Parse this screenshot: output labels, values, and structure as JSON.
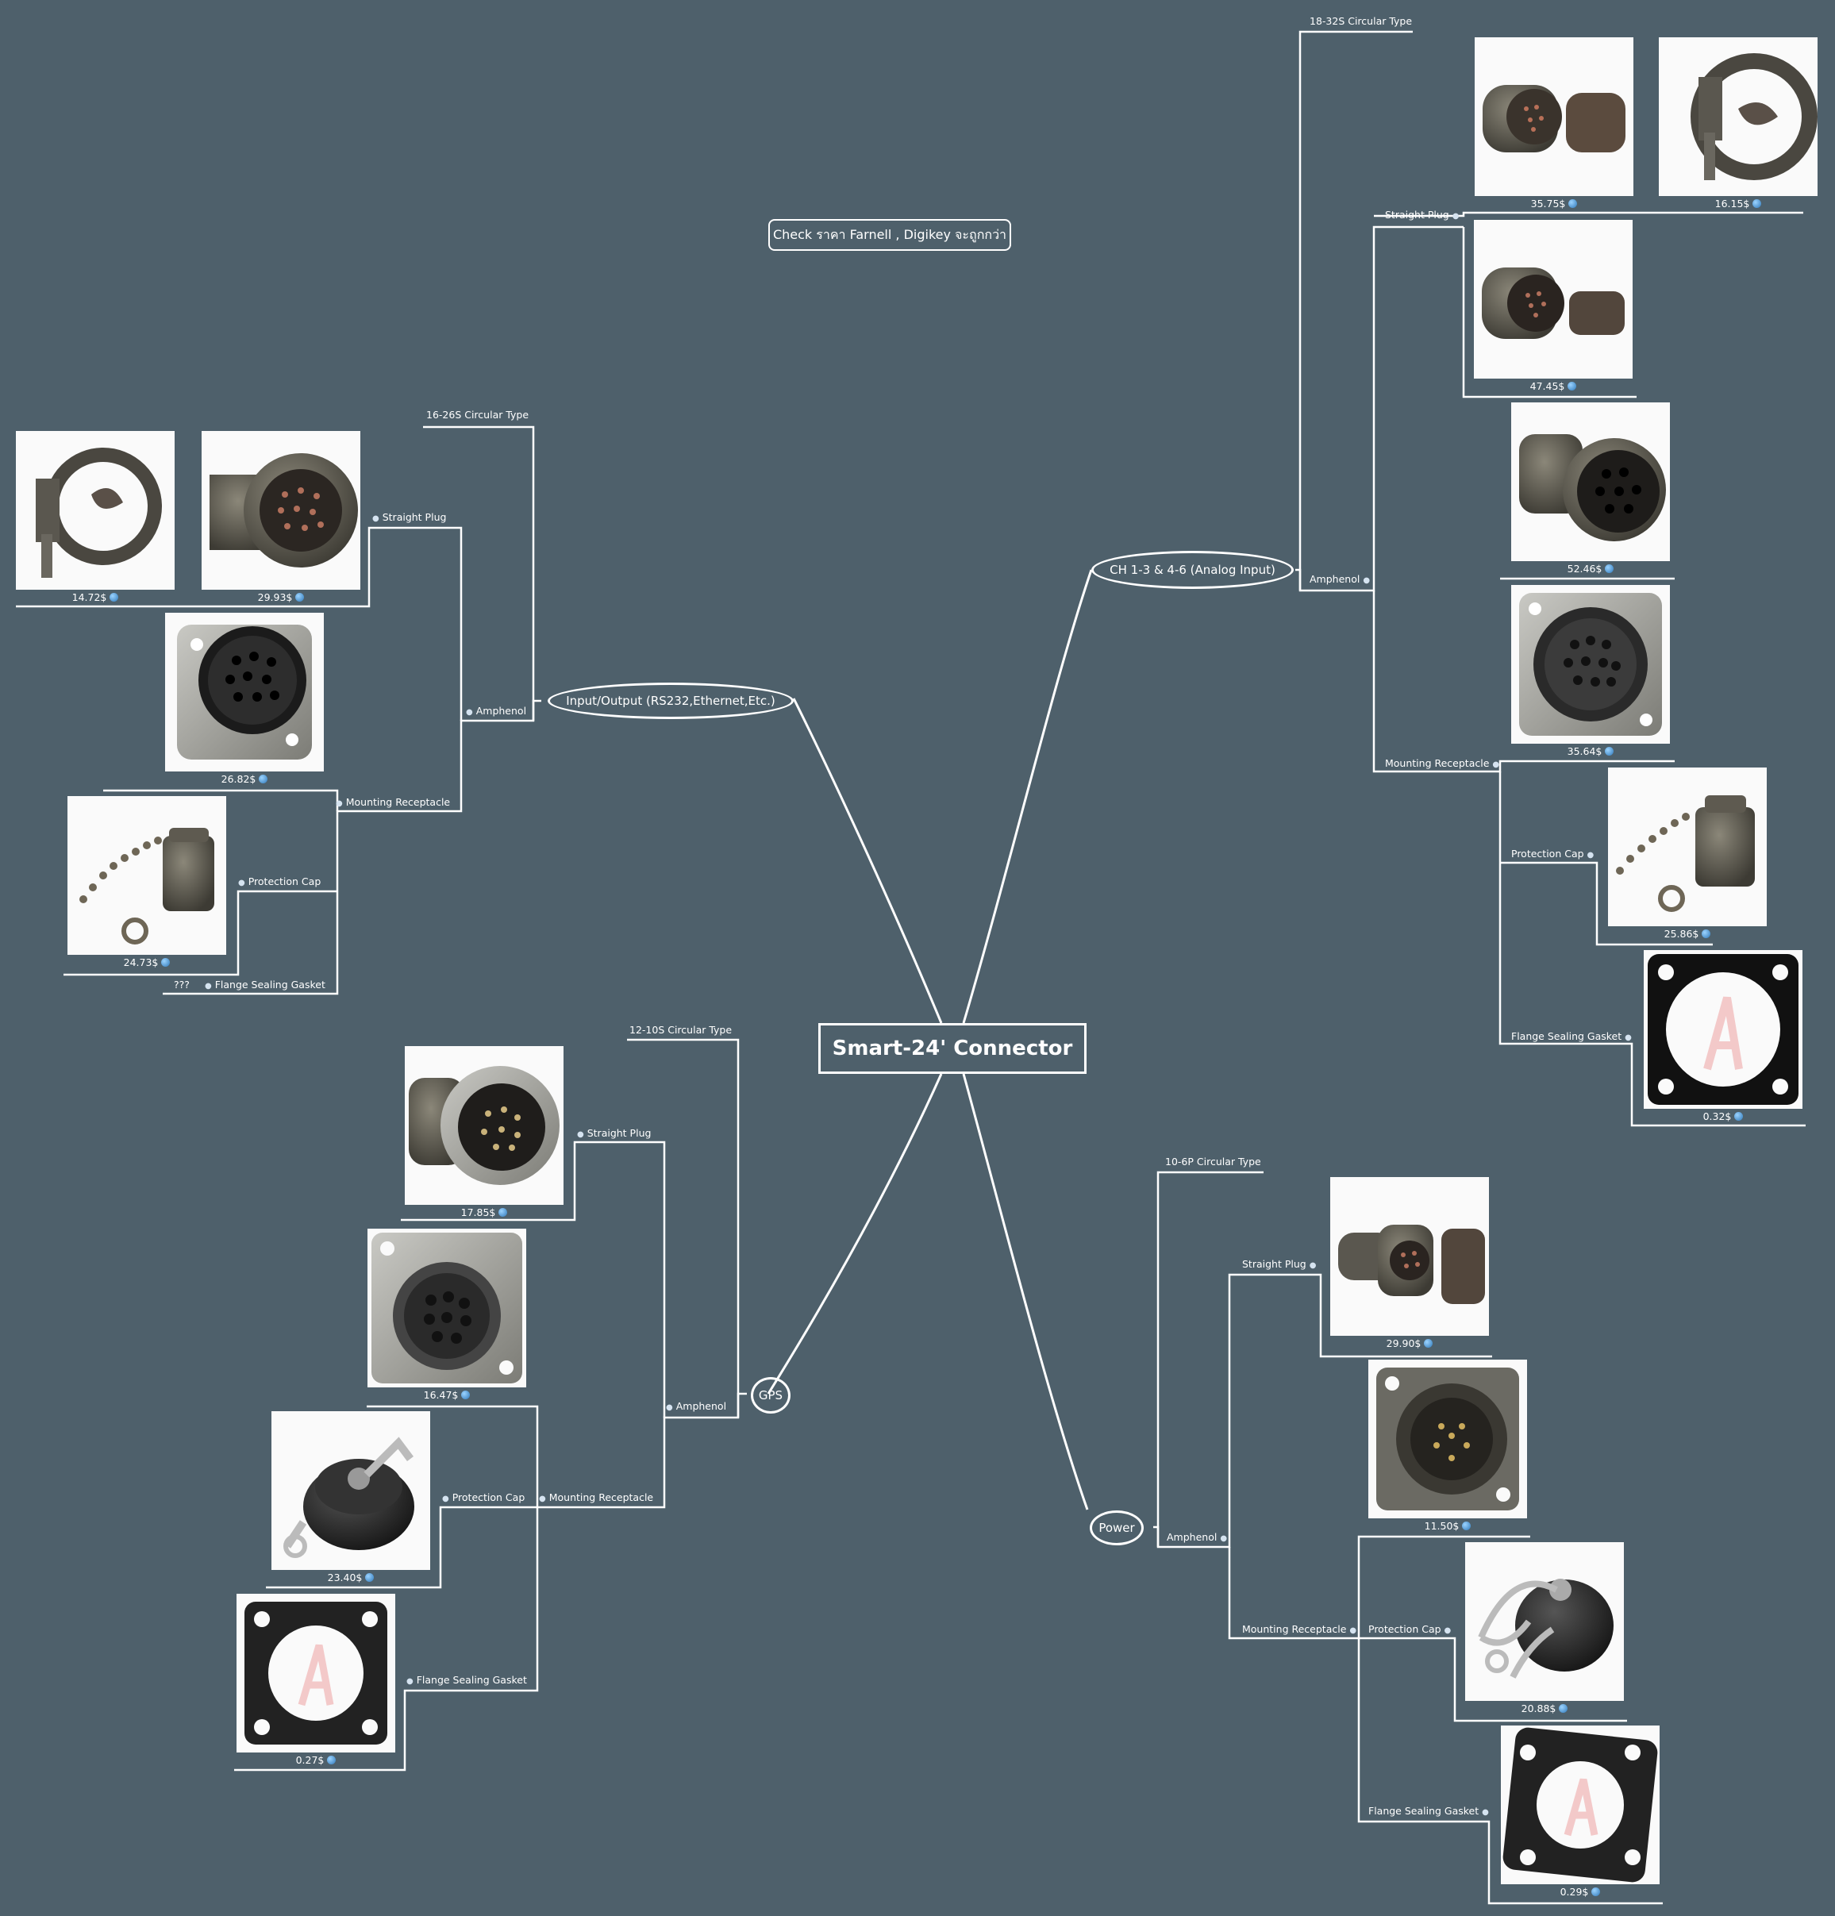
{
  "central_topic": "Smart-24' Connector",
  "note": "Check ราคา Farnell , Digikey จะถูกกว่า",
  "colors": {
    "background": "#4e606b",
    "lines": "#ffffff"
  },
  "topics": {
    "io": {
      "label": "Input/Output (RS232,Ethernet,Etc.)",
      "type": "16-26S Circular Type",
      "brand": "Amphenol",
      "straight_plug": "Straight Plug",
      "mounting_receptacle": "Mounting Receptacle",
      "protection_cap": "Protection Cap",
      "flange_sealing_gasket": "Flange Sealing Gasket",
      "prices": {
        "clamp": "14.72$",
        "plug": "29.93$",
        "receptacle": "26.82$",
        "cap": "24.73$",
        "gasket": "???"
      }
    },
    "ch": {
      "label": "CH 1-3 & 4-6 (Analog Input)",
      "type": "18-32S Circular Type",
      "brand": "Amphenol",
      "straight_plug": "Straight Plug",
      "mounting_receptacle": "Mounting Receptacle",
      "protection_cap": "Protection Cap",
      "flange_sealing_gasket": "Flange Sealing Gasket",
      "prices": {
        "plug_a": "35.75$",
        "clamp": "16.15$",
        "plug_b": "47.45$",
        "plug_c": "52.46$",
        "receptacle": "35.64$",
        "cap": "25.86$",
        "gasket": "0.32$"
      }
    },
    "gps": {
      "label": "GPS",
      "type": "12-10S Circular Type",
      "brand": "Amphenol",
      "straight_plug": "Straight Plug",
      "mounting_receptacle": "Mounting Receptacle",
      "protection_cap": "Protection Cap",
      "flange_sealing_gasket": "Flange Sealing Gasket",
      "prices": {
        "plug": "17.85$",
        "receptacle": "16.47$",
        "cap": "23.40$",
        "gasket": "0.27$"
      }
    },
    "power": {
      "label": "Power",
      "type": "10-6P Circular Type",
      "brand": "Amphenol",
      "straight_plug": "Straight Plug",
      "mounting_receptacle": "Mounting Receptacle",
      "protection_cap": "Protection Cap",
      "flange_sealing_gasket": "Flange Sealing Gasket",
      "prices": {
        "plug": "29.90$",
        "receptacle": "11.50$",
        "cap": "20.88$",
        "gasket": "0.29$"
      }
    }
  }
}
